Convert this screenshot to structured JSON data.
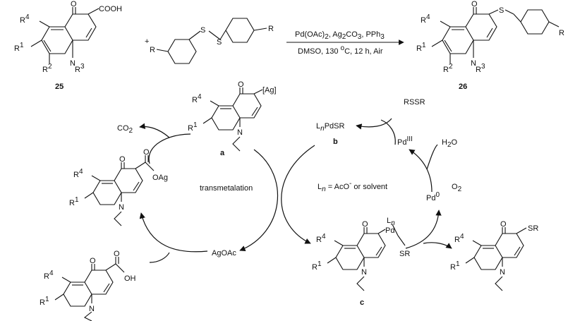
{
  "reaction": {
    "reagents": "Pd(OAc)",
    "reagents_sub1": "2",
    "reagents_mid": ", Ag",
    "reagents_sub2": "2",
    "reagents_mid2": "CO",
    "reagents_sub3": "3",
    "reagents_mid3": ", PPh",
    "reagents_sub4": "3",
    "conditions_a": "DMSO, 130 ",
    "conditions_deg": "o",
    "conditions_b": "C, 12 h, Air",
    "plus": "+",
    "reactant_id": "25",
    "product_id": "26"
  },
  "atoms": {
    "cooh": "COOH",
    "r": "R",
    "r4": "R",
    "sup4": "4",
    "r1": "R",
    "sup1": "1",
    "r2": "R",
    "sup2": "2",
    "r3": "R",
    "sup3": "3",
    "n": "N",
    "o": "O",
    "s": "S",
    "ag_bracket": "[Ag]",
    "oag": "OAg",
    "oh": "OH",
    "sr": "SR",
    "pd": "Pd",
    "ln_l": "L",
    "ln_n": "n"
  },
  "cycle": {
    "co2": "CO",
    "co2_sub": "2",
    "label_a": "a",
    "label_b": "b",
    "label_c": "c",
    "transmetalation": "transmetalation",
    "agoac": "AgOAc",
    "lnpdsr": "PdSR",
    "rssr": "RSSR",
    "pd3": "Pd",
    "pd3_sup": "III",
    "pd0": "Pd",
    "pd0_sup": "0",
    "h2o": "H",
    "h2o_sub": "2",
    "h2o_o": "O",
    "o2": "O",
    "o2_sub": "2",
    "ln_note_a": " = AcO",
    "ln_note_sup": "-",
    "ln_note_b": " or solvent"
  }
}
